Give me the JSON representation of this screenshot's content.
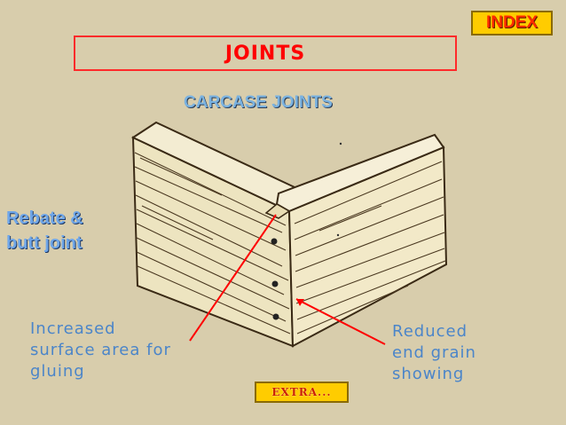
{
  "index_button": {
    "label": "INDEX"
  },
  "title": "JOINTS",
  "subtitle": "CARCASE JOINTS",
  "joint_name": [
    "Rebate &",
    "butt joint"
  ],
  "left_annotation": [
    "Increased",
    "surface area for",
    "gluing"
  ],
  "right_annotation": [
    "Reduced",
    "end grain",
    "showing"
  ],
  "extra_button": {
    "label": "EXTRA..."
  },
  "colors": {
    "background": "#d8cdac",
    "wood": "#f0e7c6",
    "accent_red": "#ff0000",
    "label_blue": "#4b85c9",
    "button_yellow": "#ffcc00"
  }
}
